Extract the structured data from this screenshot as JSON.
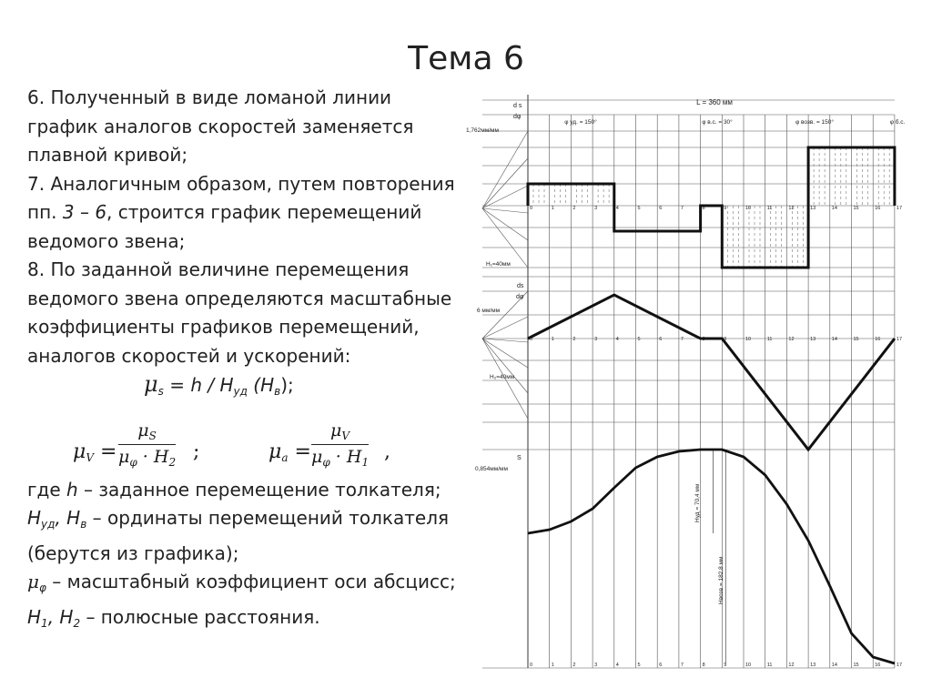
{
  "slide": {
    "title": "Тема 6"
  },
  "text": {
    "p6_l1": "6. Полученный в виде ломаной линии",
    "p6_l2": "график аналогов скоростей заменяется",
    "p6_l3": "плавной кривой;",
    "p7_l1": "7. Аналогичным образом, путем повторения",
    "p7_l2a": "пп. ",
    "p7_l2b": "3 – 6",
    "p7_l2c": ", строится график перемещений",
    "p7_l3": "ведомого звена;",
    "p8_l1": "8. По заданной величине перемещения",
    "p8_l2": "ведомого звена определяются  масштабные",
    "p8_l3": "коэффициенты  графиков перемещений,",
    "p8_l4": "аналогов скоростей и ускорений:",
    "f1_mu": "μ",
    "f1_sub": "s",
    "f1_rest1": " = h / H",
    "f1_sub2": "уд",
    "f1_rest2": " (H",
    "f1_sub3": "в",
    "f1_rest3": ");",
    "f2_lhs": "μ",
    "f2_lhs_sub": "V",
    "f2_eq": "=",
    "f2_num": "μ",
    "f2_num_sub": "S",
    "f2_den": "μ",
    "f2_den_sub": "φ",
    "f2_den_rest": " · H",
    "f2_den_sub2": "2",
    "f2_tail": ";",
    "f3_lhs": "μ",
    "f3_lhs_sub": "a",
    "f3_eq": "=",
    "f3_num": "μ",
    "f3_num_sub": "V",
    "f3_den": "μ",
    "f3_den_sub": "φ",
    "f3_den_rest": " · H",
    "f3_den_sub2": "1",
    "f3_tail": ",",
    "w1a": "где ",
    "w1b": "h",
    "w1c": "  – заданное перемещение толкателя;",
    "w2a": "H",
    "w2b": "уд",
    "w2c": ", H",
    "w2d": "в",
    "w2e": " – ординаты перемещений толкателя",
    "w3": "(берутся из графика);",
    "w4a": "μ",
    "w4b": "φ",
    "w4c": "  – масштабный коэффициент оси абсцисс;",
    "w5a": "H",
    "w5b": "1",
    "w5c": ", H",
    "w5d": "2",
    "w5e": "  – полюсные расстояния."
  },
  "figure": {
    "L_label": "L = 360 мм",
    "phi_ud": "φ уд. = 150°",
    "phi_vs": "φ в.с. = 30°",
    "phi_vozv": "φ возв. = 150°",
    "phi_bs": "φ б.с.",
    "scale1": "1,762мм/мм",
    "scale2": "6 мм/мм",
    "scale3": "0,854мм/мм",
    "h1": "H₁=40мм",
    "h2": "H₂=40мм",
    "ax1_top": "d s",
    "ax1_bot": "dφ",
    "ax2_top": "ds",
    "ax2_bot": "dφ",
    "ax3": "S",
    "hvb_label": "Hуд = 70,4 мм",
    "hvozv_label": "Hвозв = 182,8 мм",
    "ticks": [
      "0",
      "1",
      "2",
      "3",
      "4",
      "5",
      "6",
      "7",
      "8",
      "9",
      "10",
      "11",
      "12",
      "13",
      "14",
      "15",
      "16",
      "17"
    ]
  }
}
